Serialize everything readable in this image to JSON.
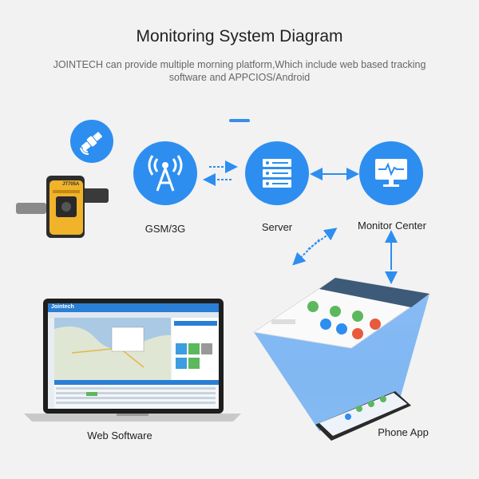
{
  "header": {
    "title": "Monitoring System Diagram",
    "subtitle_line1": "JOINTECH can provide multiple morning platform,Which include web based tracking",
    "subtitle_line2": "software and APPCIOS/Android"
  },
  "nodes": {
    "gsm": "GSM/3G",
    "server": "Server",
    "monitor": "Monitor Center",
    "web": "Web Software",
    "phone": "Phone App"
  },
  "device": {
    "model": "JT705A"
  },
  "laptop": {
    "brand": "Jointech"
  },
  "colors": {
    "accent": "#2d8ef0",
    "device": "#f0b32a"
  }
}
